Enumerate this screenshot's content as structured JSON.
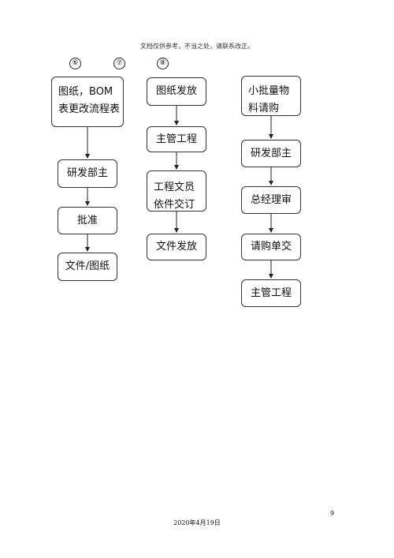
{
  "header": {
    "note": "文档仅供参考，不当之处，请联系改正。"
  },
  "markers": [
    "⑥",
    "⑦",
    "⑧"
  ],
  "col1": {
    "box1": {
      "line1": "图纸，BOM",
      "line2": "表更改流程表"
    },
    "box2": "研发部主",
    "box3": "批准",
    "box4": "文件/图纸"
  },
  "col2": {
    "box1": "图纸发放",
    "box2": "主管工程",
    "box3": {
      "line1": "工程文员",
      "line2": "依件交订"
    },
    "box4": "文件发放"
  },
  "col3": {
    "box1": {
      "line1": "小批量物",
      "line2": "料请购"
    },
    "box2": "研发部主",
    "box3": "总经理审",
    "box4": "请购单交",
    "box5": "主管工程"
  },
  "footer": {
    "page_number": "9",
    "date": "2020年4月19日"
  }
}
